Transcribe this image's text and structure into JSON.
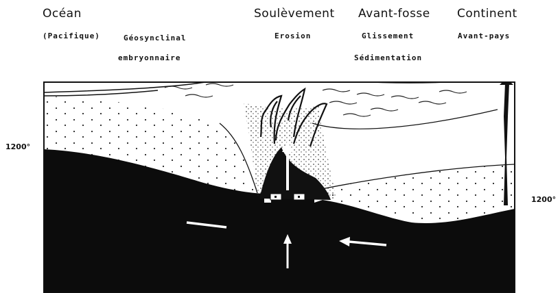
{
  "labels": {
    "ocean": "Océan",
    "pacifique": "(Pacifique)",
    "geosynclinal": "Géosynclinal",
    "embryonnaire": "embryonnaire",
    "soulevement": "Soulèvement",
    "erosion": "Erosion",
    "avant_fosse": "Avant-fosse",
    "glissement": "Glissement",
    "sedimentation": "Sédimentation",
    "continent": "Continent",
    "avant_pays": "Avant-pays",
    "temp_left": "1200°",
    "temp_right": "1200°"
  }
}
